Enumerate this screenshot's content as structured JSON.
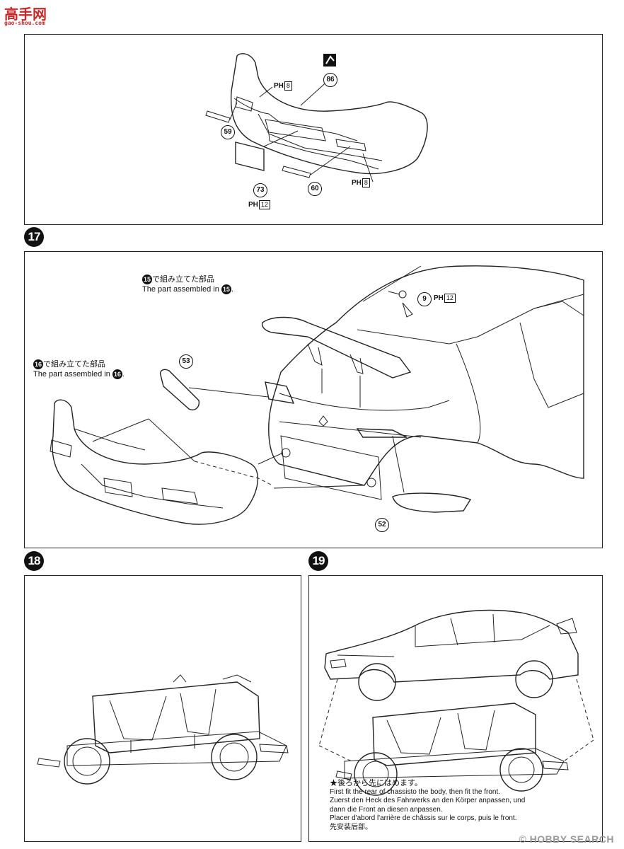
{
  "logo": {
    "mark": "高手网",
    "site": "gao-shou.com"
  },
  "watermark": "© HOBBY SEARCH",
  "steps": [
    {
      "number": "17"
    },
    {
      "number": "18"
    },
    {
      "number": "19"
    }
  ],
  "panel_top": {
    "callouts": [
      "86",
      "59",
      "73",
      "60"
    ],
    "ph_marks": [
      {
        "prefix": "PH",
        "size": "8"
      },
      {
        "prefix": "PH",
        "size": "8"
      },
      {
        "prefix": "PH",
        "size": "12"
      }
    ]
  },
  "panel_17": {
    "note_15_jp": "で組み立てた部品",
    "note_15_en": "The part assembled in",
    "note_15_ref": "15",
    "note_16_jp": "で組み立てた部品",
    "note_16_en": "The part assembled in",
    "note_16_ref": "16",
    "callouts": [
      "9",
      "53",
      "52"
    ],
    "ph_mark": {
      "prefix": "PH",
      "size": "12"
    }
  },
  "panel_19": {
    "lines": [
      "★後ろから先にはめます。",
      "First fit the rear of chassisto the body, then fit the front.",
      "Zuerst den Heck des Fahrwerks an den Körper anpassen, und",
      "dann die Front an diesen anpassen.",
      "Placer d'abord l'arrière de châssis sur le corps, puis le front.",
      "先安装后部。"
    ]
  }
}
